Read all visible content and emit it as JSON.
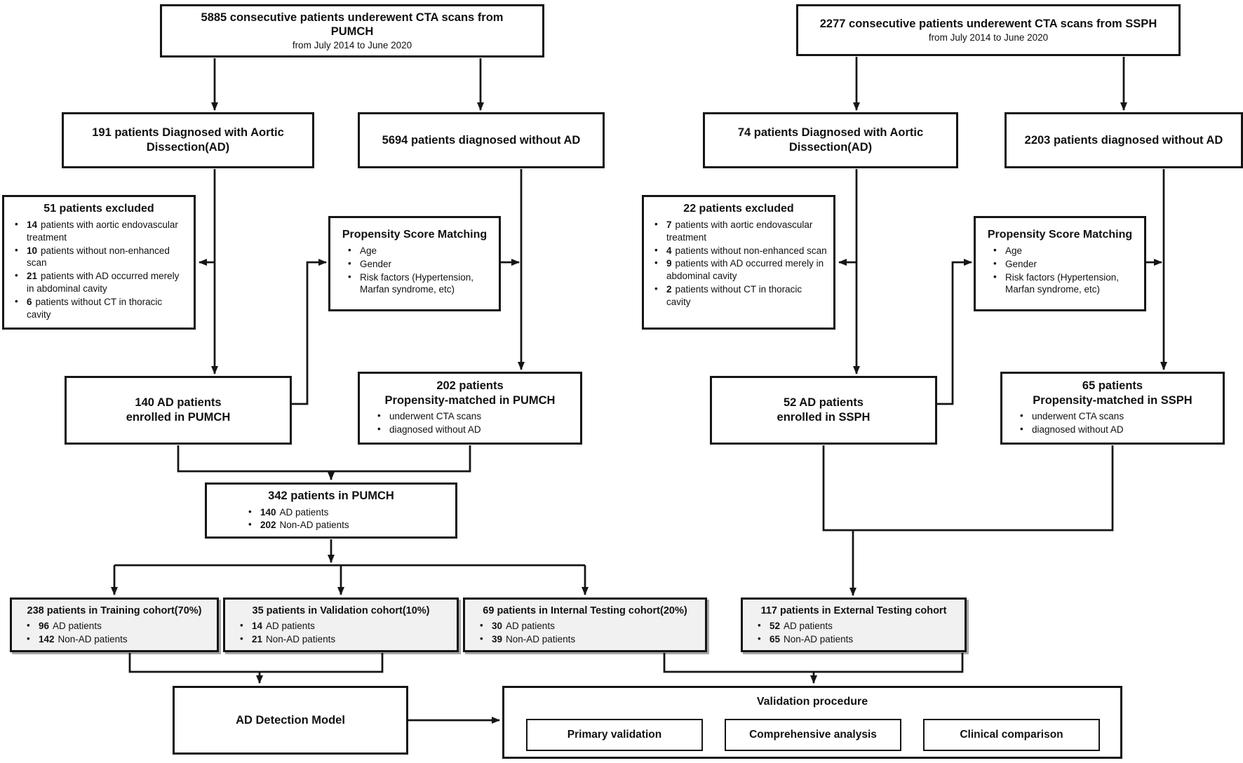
{
  "boxes": {
    "pumch_source": {
      "title": "5885 consecutive patients underewent CTA scans from PUMCH",
      "subtitle": "from July 2014 to June 2020"
    },
    "ssph_source": {
      "title": "2277 consecutive patients underewent CTA scans from SSPH",
      "subtitle": "from July 2014 to June 2020"
    },
    "pumch_ad": {
      "title": "191 patients Diagnosed with Aortic Dissection(AD)"
    },
    "pumch_no_ad": {
      "title": "5694 patients diagnosed without AD"
    },
    "ssph_ad": {
      "title": "74 patients Diagnosed with Aortic Dissection(AD)"
    },
    "ssph_no_ad": {
      "title": "2203 patients diagnosed without AD"
    },
    "pumch_excluded": {
      "title": "51 patients excluded",
      "bullets": [
        {
          "num": "14",
          "text": "patients with aortic endovascular treatment"
        },
        {
          "num": "10",
          "text": "patients without non-enhanced scan"
        },
        {
          "num": "21",
          "text": "patients with AD occurred merely in abdominal cavity"
        },
        {
          "num": "6",
          "text": "patients without CT in thoracic cavity"
        }
      ]
    },
    "ssph_excluded": {
      "title": "22 patients excluded",
      "bullets": [
        {
          "num": "7",
          "text": "patients with aortic endovascular treatment"
        },
        {
          "num": "4",
          "text": "patients without non-enhanced scan"
        },
        {
          "num": "9",
          "text": "patients with AD occurred merely in abdominal cavity"
        },
        {
          "num": "2",
          "text": "patients without CT in thoracic cavity"
        }
      ]
    },
    "psm_pumch": {
      "title": "Propensity Score Matching",
      "bullets": [
        "Age",
        "Gender",
        "Risk factors (Hypertension, Marfan syndrome, etc)"
      ]
    },
    "psm_ssph": {
      "title": "Propensity Score Matching",
      "bullets": [
        "Age",
        "Gender",
        "Risk factors (Hypertension, Marfan syndrome, etc)"
      ]
    },
    "pumch_enrolled": {
      "line1": "140 AD patients",
      "line2": "enrolled in PUMCH"
    },
    "pumch_matched": {
      "line1": "202 patients",
      "line2": "Propensity-matched in PUMCH",
      "bullets": [
        "underwent CTA scans",
        "diagnosed without AD"
      ]
    },
    "ssph_enrolled": {
      "line1": "52 AD patients",
      "line2": "enrolled in SSPH"
    },
    "ssph_matched": {
      "line1": "65 patients",
      "line2": "Propensity-matched in SSPH",
      "bullets": [
        "underwent CTA scans",
        "diagnosed without AD"
      ]
    },
    "pumch_total": {
      "title": "342 patients in PUMCH",
      "bullets": [
        {
          "num": "140",
          "text": "AD patients"
        },
        {
          "num": "202",
          "text": "Non-AD patients"
        }
      ]
    },
    "training": {
      "title": "238 patients in Training cohort(70%)",
      "bullets": [
        {
          "num": "96",
          "text": "AD patients"
        },
        {
          "num": "142",
          "text": "Non-AD patients"
        }
      ]
    },
    "validation": {
      "title": "35 patients in Validation cohort(10%)",
      "bullets": [
        {
          "num": "14",
          "text": "AD patients"
        },
        {
          "num": "21",
          "text": "Non-AD patients"
        }
      ]
    },
    "internal_testing": {
      "title": "69 patients in Internal Testing cohort(20%)",
      "bullets": [
        {
          "num": "30",
          "text": "AD patients"
        },
        {
          "num": "39",
          "text": "Non-AD patients"
        }
      ]
    },
    "external_testing": {
      "title": "117 patients in External Testing cohort",
      "bullets": [
        {
          "num": "52",
          "text": "AD patients"
        },
        {
          "num": "65",
          "text": "Non-AD patients"
        }
      ]
    },
    "ad_model": {
      "title": "AD Detection Model"
    },
    "validation_procedure": {
      "title": "Validation procedure",
      "items": [
        "Primary validation",
        "Comprehensive analysis",
        "Clinical comparison"
      ]
    }
  },
  "colors": {
    "border": "#151515",
    "line": "#151515",
    "cohort_fill": "#f1f1f1",
    "background": "#ffffff"
  }
}
